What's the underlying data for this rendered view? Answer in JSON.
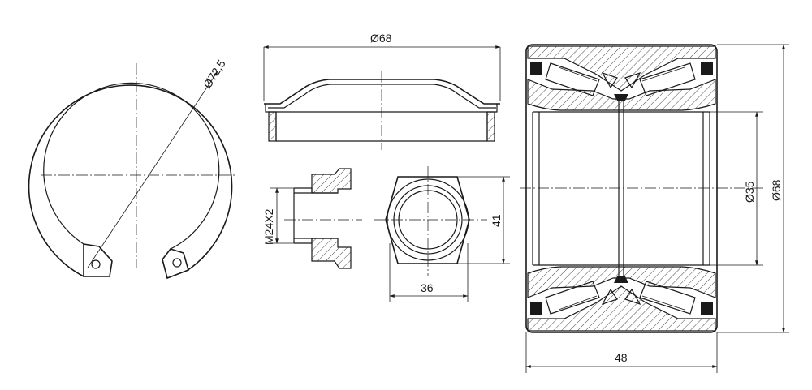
{
  "dimensions": {
    "ring_diameter": "Ø72,5",
    "cap_diameter": "Ø68",
    "nut_thread": "M24X2",
    "nut_height": "41",
    "nut_width": "36",
    "bearing_bore": "Ø35",
    "bearing_outer": "Ø68",
    "bearing_width": "48"
  }
}
